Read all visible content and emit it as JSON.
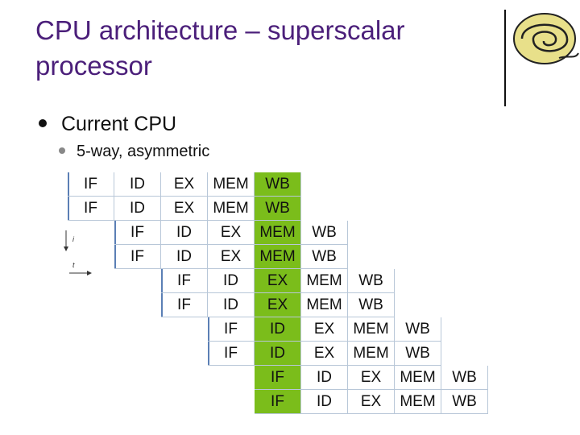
{
  "title": "CPU architecture – superscalar\nprocessor",
  "bullets": {
    "level1": "Current CPU",
    "level2": "5-way, asymmetric"
  },
  "axis": {
    "vertical_label": "i",
    "horizontal_label": "t"
  },
  "colors": {
    "title": "#4b1f7a",
    "highlight": "#7bbd1b",
    "grid_line": "#b8c7d8"
  },
  "pipeline": {
    "highlight_column": 4,
    "rows": [
      {
        "offset": 0,
        "stages": [
          "IF",
          "ID",
          "EX",
          "MEM",
          "WB"
        ]
      },
      {
        "offset": 0,
        "stages": [
          "IF",
          "ID",
          "EX",
          "MEM",
          "WB"
        ]
      },
      {
        "offset": 1,
        "stages": [
          "IF",
          "ID",
          "EX",
          "MEM",
          "WB"
        ]
      },
      {
        "offset": 1,
        "stages": [
          "IF",
          "ID",
          "EX",
          "MEM",
          "WB"
        ]
      },
      {
        "offset": 2,
        "stages": [
          "IF",
          "ID",
          "EX",
          "MEM",
          "WB"
        ]
      },
      {
        "offset": 2,
        "stages": [
          "IF",
          "ID",
          "EX",
          "MEM",
          "WB"
        ]
      },
      {
        "offset": 3,
        "stages": [
          "IF",
          "ID",
          "EX",
          "MEM",
          "WB"
        ]
      },
      {
        "offset": 3,
        "stages": [
          "IF",
          "ID",
          "EX",
          "MEM",
          "WB"
        ]
      },
      {
        "offset": 4,
        "stages": [
          "IF",
          "ID",
          "EX",
          "MEM",
          "WB"
        ]
      },
      {
        "offset": 4,
        "stages": [
          "IF",
          "ID",
          "EX",
          "MEM",
          "WB"
        ]
      }
    ]
  }
}
